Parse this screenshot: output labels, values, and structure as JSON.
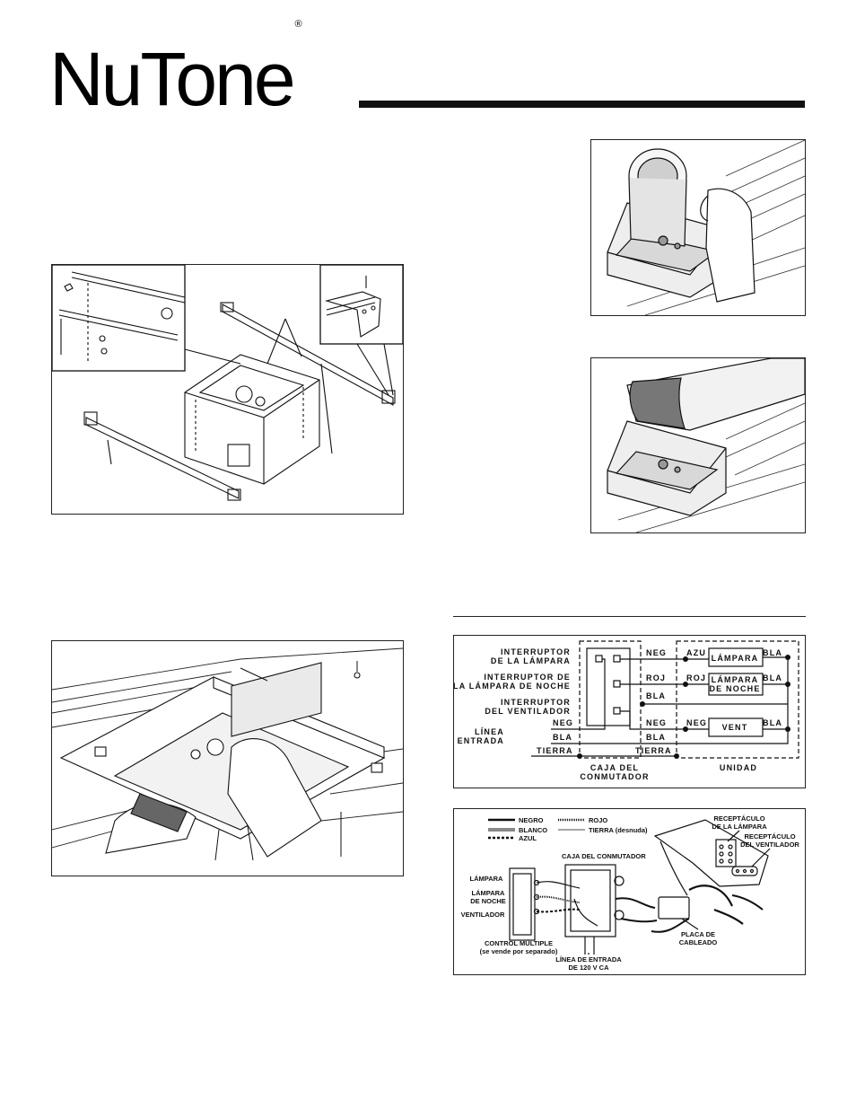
{
  "header": {
    "brand": "NuTone",
    "registered": "®"
  },
  "schematic": {
    "switches": [
      {
        "line1": "INTERRUPTOR",
        "line2": "DE LA LÁMPARA"
      },
      {
        "line1": "INTERRUPTOR DE",
        "line2": "LA LÁMPARA DE NOCHE"
      },
      {
        "line1": "INTERRUPTOR",
        "line2": "DEL VENTILADOR"
      }
    ],
    "line_in": {
      "line1": "LÍNEA",
      "line2": "DE ENTRADA"
    },
    "wires": {
      "neg": "NEG",
      "roj": "ROJ",
      "bla": "BLA",
      "azu": "AZU",
      "tierra": "TIERRA"
    },
    "loads": {
      "lamp": "LÁMPARA",
      "night_line1": "LÁMPARA",
      "night_line2": "DE NOCHE",
      "vent": "VENT"
    },
    "box_label": {
      "line1": "CAJA DEL",
      "line2": "CONMUTADOR"
    },
    "unit_label": "UNIDAD"
  },
  "wiring": {
    "legend": {
      "negro": "NEGRO",
      "blanco": "BLANCO",
      "azul": "AZUL",
      "rojo": "ROJO",
      "tierra": "TIERRA (desnuda)"
    },
    "labels": {
      "caja": "CAJA DEL CONMUTADOR",
      "lampara": "LÁMPARA",
      "lampara_noche_1": "LÁMPARA",
      "lampara_noche_2": "DE NOCHE",
      "ventilador": "VENTILADOR",
      "control_1": "CONTROL MÚLTIPLE",
      "control_2": "(se vende por separado)",
      "linea_1": "LÍNEA DE ENTRADA",
      "linea_2": "DE 120 V CA",
      "placa_1": "PLACA DE",
      "placa_2": "CABLEADO",
      "recep_lamp_1": "RECEPTÁCULO",
      "recep_lamp_2": "DE LA LÁMPARA",
      "recep_vent_1": "RECEPTÁCULO",
      "recep_vent_2": "DEL VENTILADOR"
    }
  }
}
